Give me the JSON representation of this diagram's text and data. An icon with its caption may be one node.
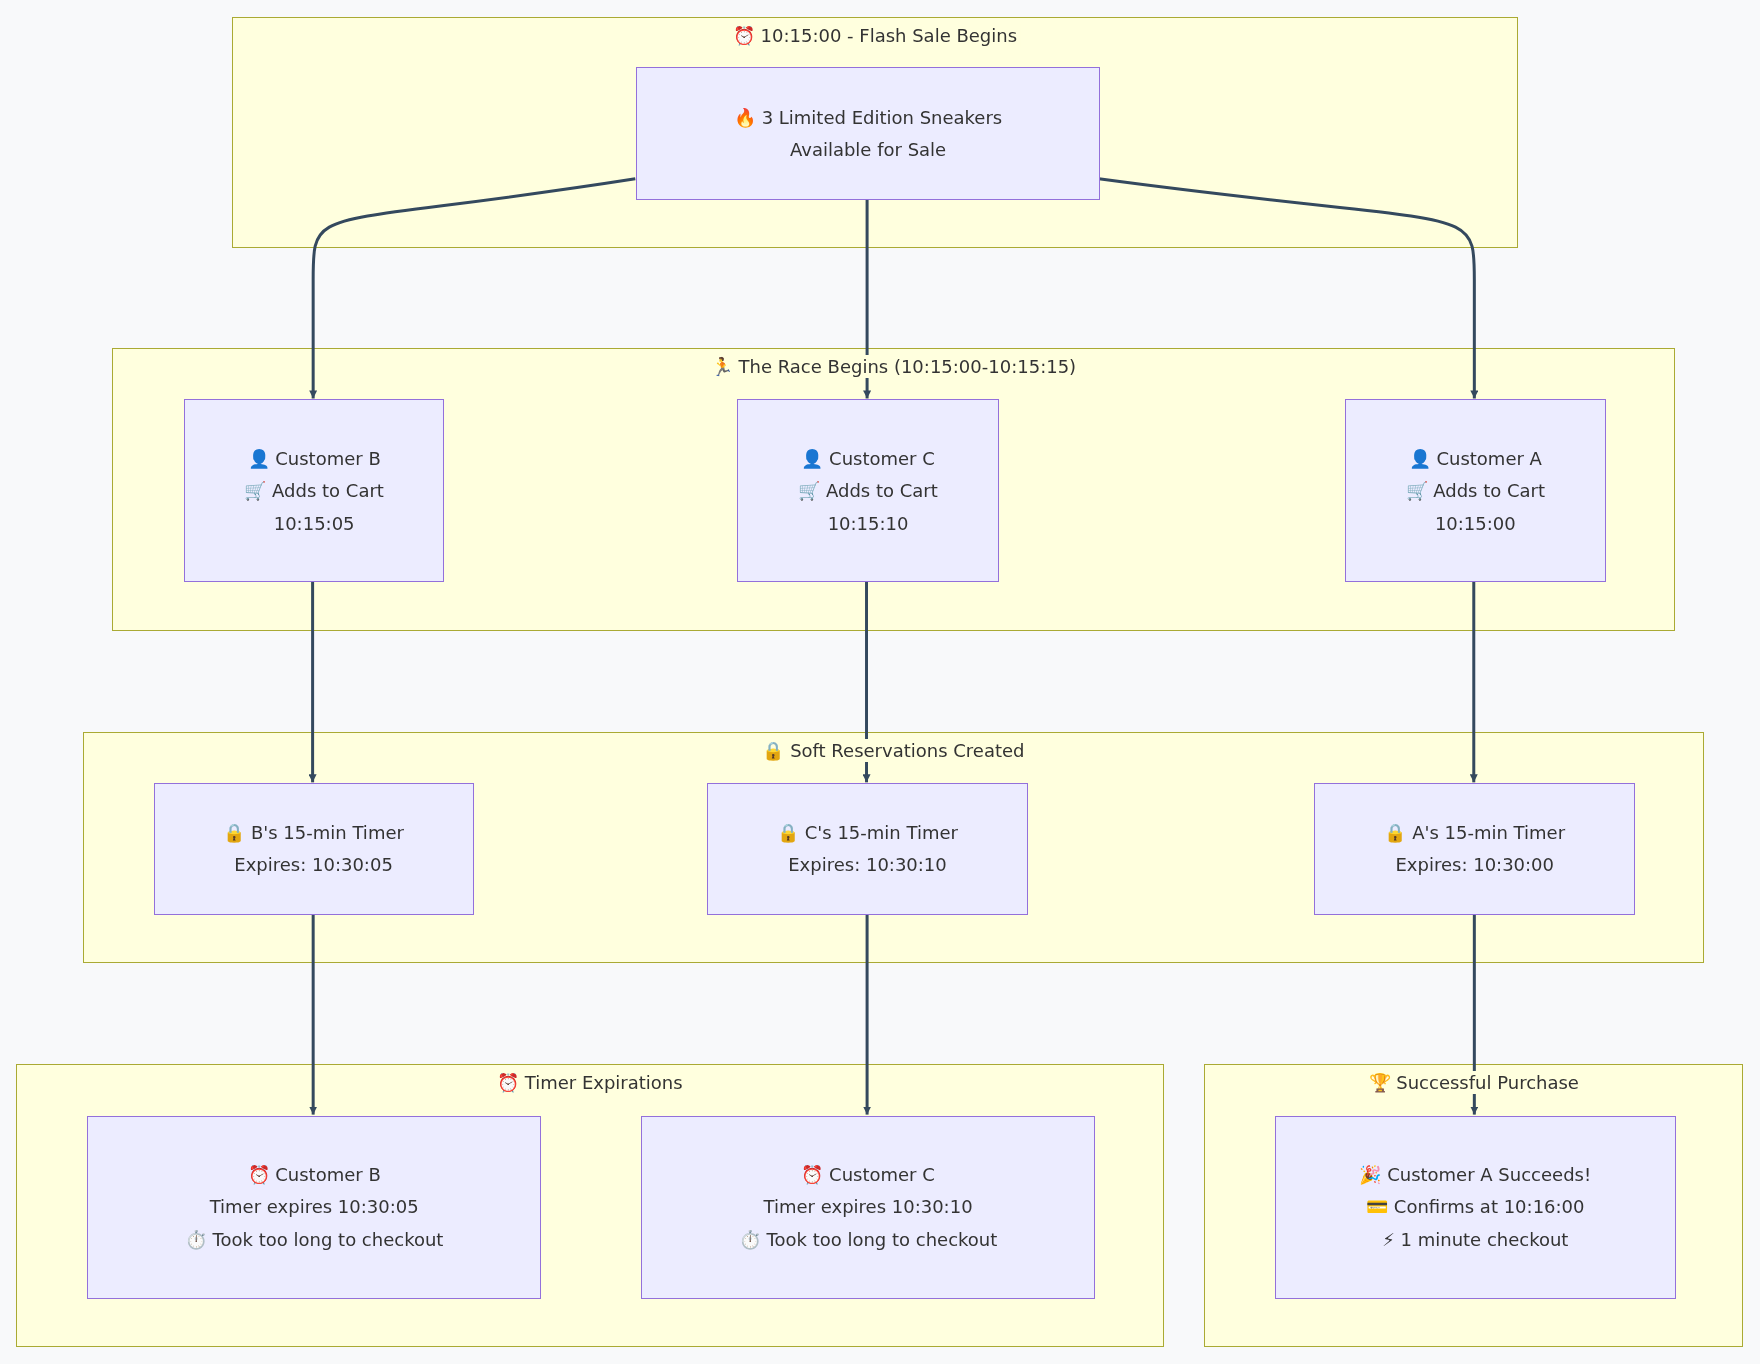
{
  "diagram": {
    "nodes": [
      {
        "text": [
          "⏰ 10:15:00 - Flash Sale Begins"
        ]
      },
      {
        "text": [
          "🔥 3 Limited Edition Sneakers",
          "Available for Sale"
        ],
        "in": 0
      },
      {
        "text": [
          "🏃 The Race Begins (10:15:00-10:15:15)"
        ]
      },
      {
        "text": [
          "👤 Customer B",
          "🛒 Adds to Cart",
          "10:15:05"
        ],
        "in": 2
      },
      {
        "text": [
          "👤 Customer C",
          "🛒 Adds to Cart",
          "10:15:10"
        ],
        "in": 2
      },
      {
        "text": [
          "👤 Customer A",
          "🛒 Adds to Cart",
          "10:15:00"
        ],
        "in": 2
      },
      {
        "text": [
          "🔒 Soft Reservations Created"
        ]
      },
      {
        "text": [
          "🔒 B's 15-min Timer",
          "Expires: 10:30:05"
        ],
        "in": 6
      },
      {
        "text": [
          "🔒 C's 15-min Timer",
          "Expires: 10:30:10"
        ],
        "in": 6
      },
      {
        "text": [
          "🔒 A's 15-min Timer",
          "Expires: 10:30:00"
        ],
        "in": 6
      },
      {
        "text": [
          "⏰ Timer Expirations"
        ]
      },
      {
        "text": [
          "⏰ Customer B",
          "Timer expires 10:30:05",
          "⏱️ Took too long to checkout"
        ],
        "in": 10
      },
      {
        "text": [
          "⏰ Customer C",
          "Timer expires 10:30:10",
          "⏱️ Took too long to checkout"
        ],
        "in": 10
      },
      {
        "text": [
          "🏆 Successful Purchase"
        ]
      },
      {
        "text": [
          "🎉 Customer A Succeeds!",
          "💳 Confirms at 10:16:00",
          "⚡ 1 minute checkout"
        ],
        "in": 13
      }
    ],
    "edges": [
      {
        "from": 1,
        "to": 3,
        "arrow": "to"
      },
      {
        "from": 1,
        "to": 4,
        "arrow": "to"
      },
      {
        "from": 1,
        "to": 5,
        "arrow": "to"
      },
      {
        "from": 3,
        "to": 7,
        "arrow": "to"
      },
      {
        "from": 4,
        "to": 8,
        "arrow": "to"
      },
      {
        "from": 5,
        "to": 9,
        "arrow": "to"
      },
      {
        "from": 7,
        "to": 11,
        "arrow": "to"
      },
      {
        "from": 8,
        "to": 12,
        "arrow": "to"
      },
      {
        "from": 9,
        "to": 14,
        "arrow": "to"
      }
    ]
  }
}
